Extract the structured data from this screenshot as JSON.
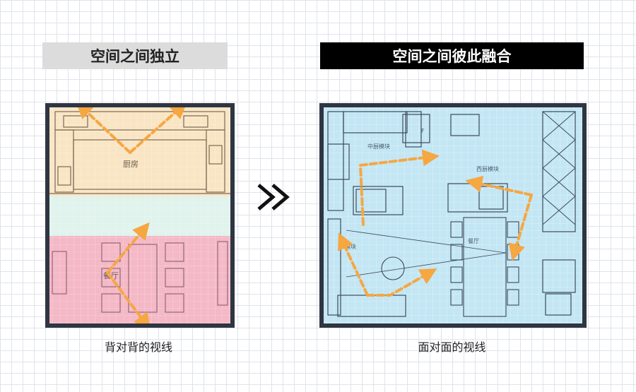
{
  "left_panel": {
    "title": "空间之间独立",
    "caption": "背对背的视线",
    "kitchen_label": "厨房",
    "dining_label": "餐厅"
  },
  "right_panel": {
    "title": "空间之间彼此融合",
    "caption": "面对面的视线",
    "middle_module_label": "中厨模块",
    "west_module_label": "西厨模块",
    "dining_label": "餐厅",
    "side_module_label": "模块",
    "fridge_label": "F"
  },
  "colors": {
    "wall": "#2f3542",
    "kitchen_fill": "#f9e5c4",
    "corridor_fill": "#e0f3ec",
    "dining_fill": "#f4b8c6",
    "open_plan_fill": "#c3e6f4",
    "path_arrow": "#f5a742"
  }
}
